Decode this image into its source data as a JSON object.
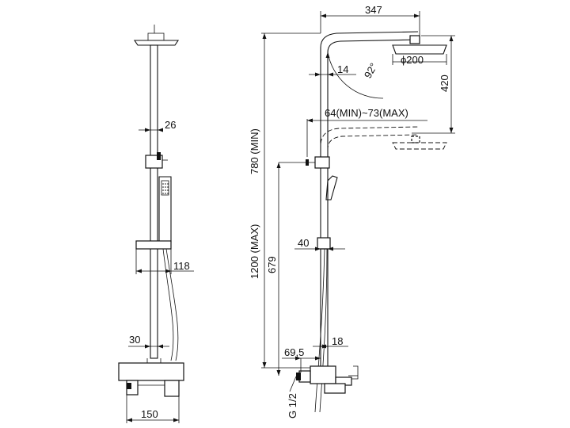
{
  "dimensions": {
    "arm_length": "347",
    "head_diameter": "ϕ200",
    "angle": "92°",
    "arm_offset": "14",
    "height_adjust": "420",
    "outlet_spacing": "64(MIN)~73(MAX)",
    "min_height": "780 (MIN)",
    "max_height": "1200 (MAX)",
    "pipe_depth": "40",
    "valve_to_hand": "679",
    "valve_offset": "69,5",
    "pipe_width": "18",
    "thread": "G 1/2",
    "front_rail_width": "26",
    "holder_width": "118",
    "lower_pipe_width": "30",
    "mixer_width": "150"
  },
  "colors": {
    "line": "#111111",
    "background": "#ffffff"
  }
}
